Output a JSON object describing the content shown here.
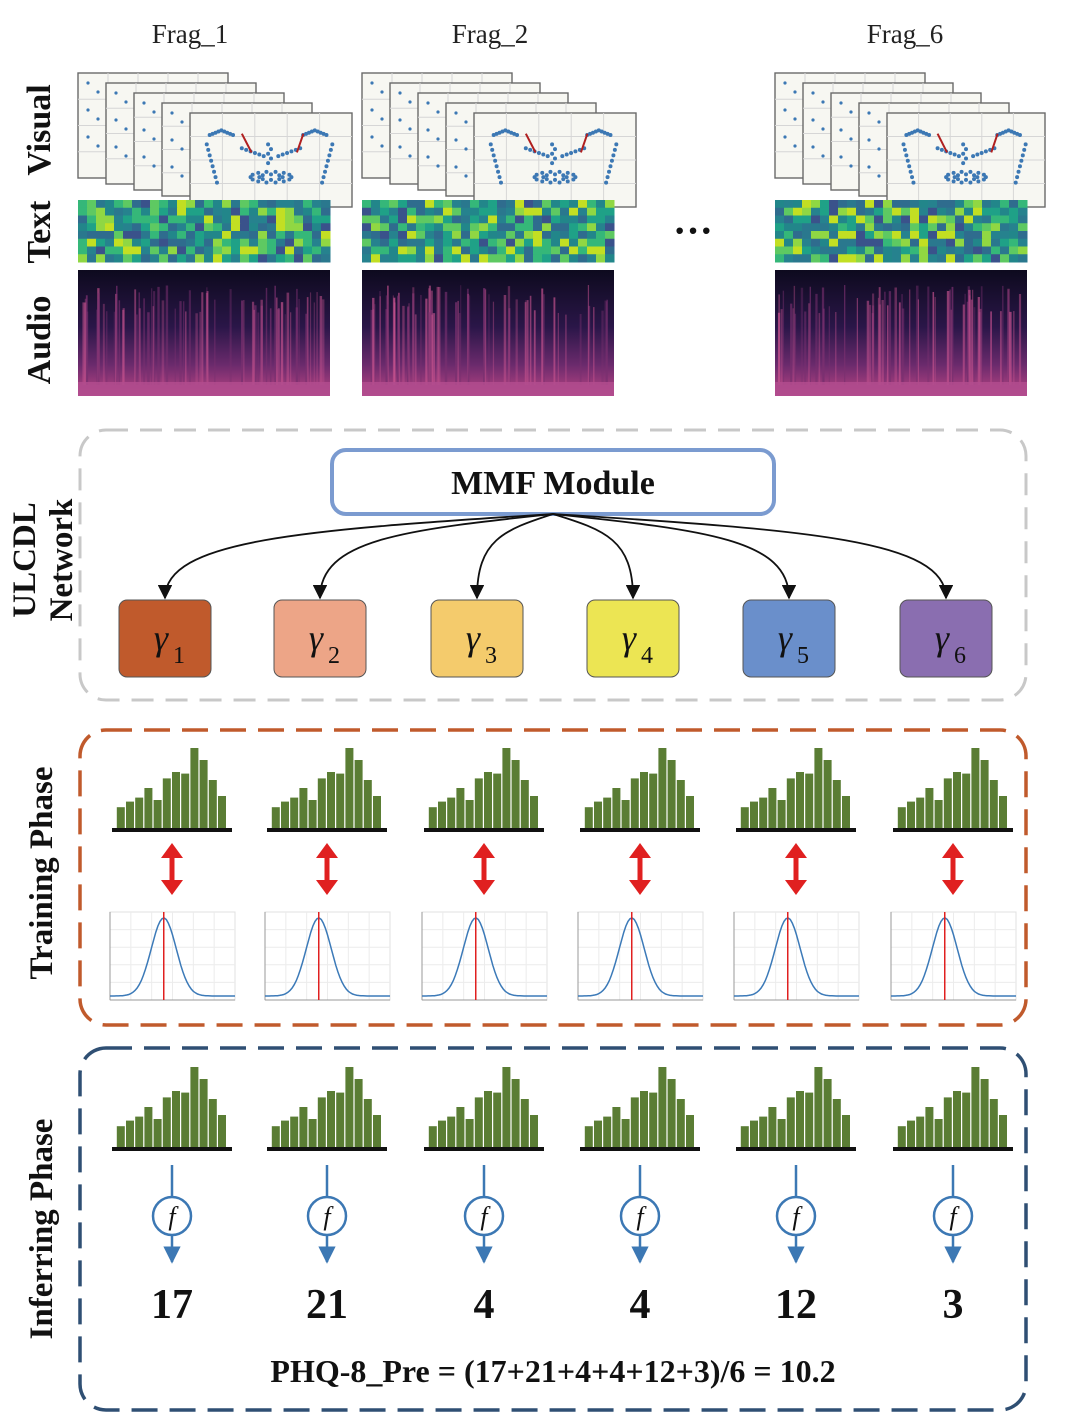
{
  "fragments": [
    {
      "label": "Frag_1"
    },
    {
      "label": "Frag_2"
    },
    {
      "label": "Frag_6"
    }
  ],
  "ellipsis": "···",
  "modalities": [
    "Visual",
    "Text",
    "Audio"
  ],
  "network": {
    "side_label_line1": "ULCDL",
    "side_label_line2": "Network",
    "mmf_label": "MMF Module",
    "gamma_symbol": "γ",
    "gammas": [
      {
        "sub": "1",
        "color": "#c05a2c"
      },
      {
        "sub": "2",
        "color": "#eda587"
      },
      {
        "sub": "3",
        "color": "#f4cb6c"
      },
      {
        "sub": "4",
        "color": "#ece553"
      },
      {
        "sub": "5",
        "color": "#6a8fcb"
      },
      {
        "sub": "6",
        "color": "#8a6eb0"
      }
    ]
  },
  "training": {
    "label": "Training Phase",
    "border_color": "#c05a2c"
  },
  "inferring": {
    "label": "Inferring Phase",
    "border_color": "#2f4f73",
    "function_symbol": "f",
    "predictions": [
      "17",
      "21",
      "4",
      "4",
      "12",
      "3"
    ],
    "formula": "PHQ-8_Pre = (17+21+4+4+12+3)/6 = 10.2"
  },
  "histogram_levels": [
    0.26,
    0.33,
    0.38,
    0.5,
    0.35,
    0.62,
    0.7,
    0.68,
    1.0,
    0.85,
    0.6,
    0.4
  ],
  "colors": {
    "bar": "#5a7d34",
    "arrow_red": "#e02020",
    "blue_flow": "#3c78b4",
    "gauss_line": "#3c7ab8",
    "gauss_mean": "#e02020",
    "network_border": "#c8c8c8"
  }
}
